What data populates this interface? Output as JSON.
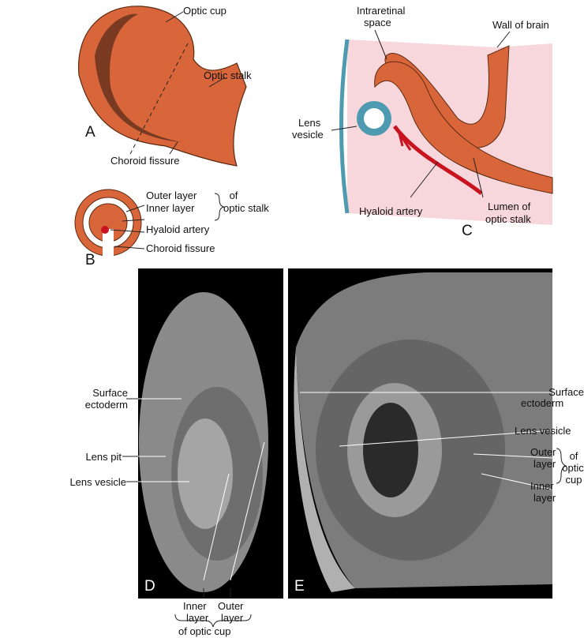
{
  "panels": {
    "A": "A",
    "B": "B",
    "C": "C",
    "D": "D",
    "E": "E"
  },
  "a": {
    "optic_cup": "Optic cup",
    "optic_stalk": "Optic stalk",
    "choroid_fissure": "Choroid fissure"
  },
  "b": {
    "outer_layer": "Outer layer",
    "inner_layer": "Inner layer",
    "of_optic_stalk_1": "of",
    "of_optic_stalk_2": "optic stalk",
    "hyaloid_artery": "Hyaloid artery",
    "choroid_fissure": "Choroid fissure"
  },
  "c": {
    "intraretinal_1": "Intraretinal",
    "intraretinal_2": "space",
    "wall_of_brain": "Wall of brain",
    "lens_1": "Lens",
    "lens_2": "vesicle",
    "hyaloid_artery": "Hyaloid artery",
    "lumen_1": "Lumen of",
    "lumen_2": "optic stalk"
  },
  "d": {
    "surface_1": "Surface",
    "surface_2": "ectoderm",
    "lens_pit": "Lens pit",
    "lens_vesicle": "Lens vesicle",
    "inner_1": "Inner",
    "inner_2": "layer",
    "outer_1": "Outer",
    "outer_2": "layer",
    "of_optic_cup": "of optic cup"
  },
  "e": {
    "surface_1": "Surface",
    "surface_2": "ectoderm",
    "lens_vesicle": "Lens vesicle",
    "outer_1": "Outer",
    "outer_2": "layer",
    "inner_1": "Inner",
    "inner_2": "layer",
    "of_1": "of",
    "of_2": "optic",
    "of_3": "cup"
  },
  "colors": {
    "tissue": "#d9663a",
    "pink": "#f7d6dc",
    "artery": "#c8141e",
    "lens": "#4e9ab0"
  }
}
